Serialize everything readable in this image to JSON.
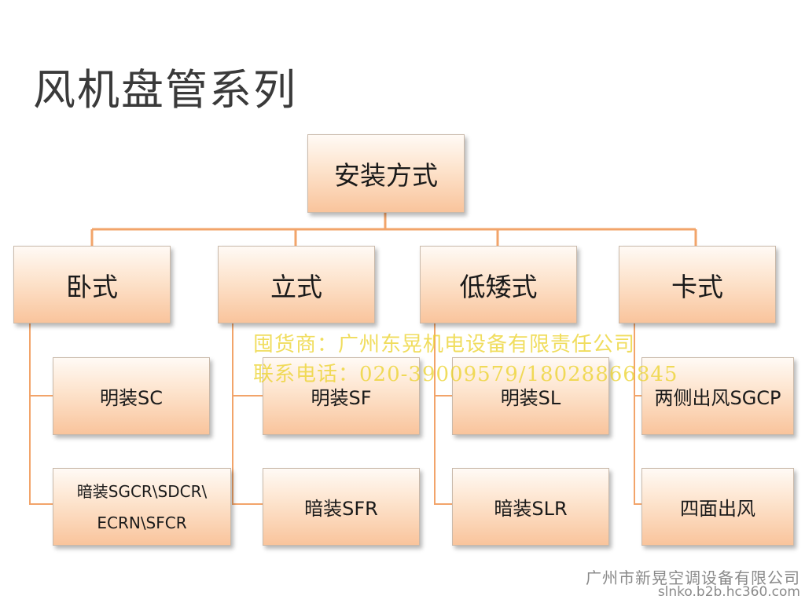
{
  "title": "风机盘管系列",
  "root": "安装方式",
  "categories": [
    {
      "label": "卧式",
      "items": [
        "明装SC",
        [
          "暗装SGCR\\SDCR\\",
          "ECRN\\SFCR"
        ]
      ]
    },
    {
      "label": "立式",
      "items": [
        "明装SF",
        "暗装SFR"
      ]
    },
    {
      "label": "低矮式",
      "items": [
        "明装SL",
        "暗装SLR"
      ]
    },
    {
      "label": "卡式",
      "items": [
        "两侧出风SGCP",
        "四面出风"
      ]
    }
  ],
  "watermark": {
    "line1": "囤货商：广州东晃机电设备有限责任公司",
    "line2": "联系电话：020-39009579/18028866845"
  },
  "footer": {
    "company": "广州市新晃空调设备有限公司",
    "site": "slnko.b2b.hc360.com"
  },
  "colors": {
    "connector": "#f2a46a",
    "box_bottom": "#f9c49c"
  }
}
